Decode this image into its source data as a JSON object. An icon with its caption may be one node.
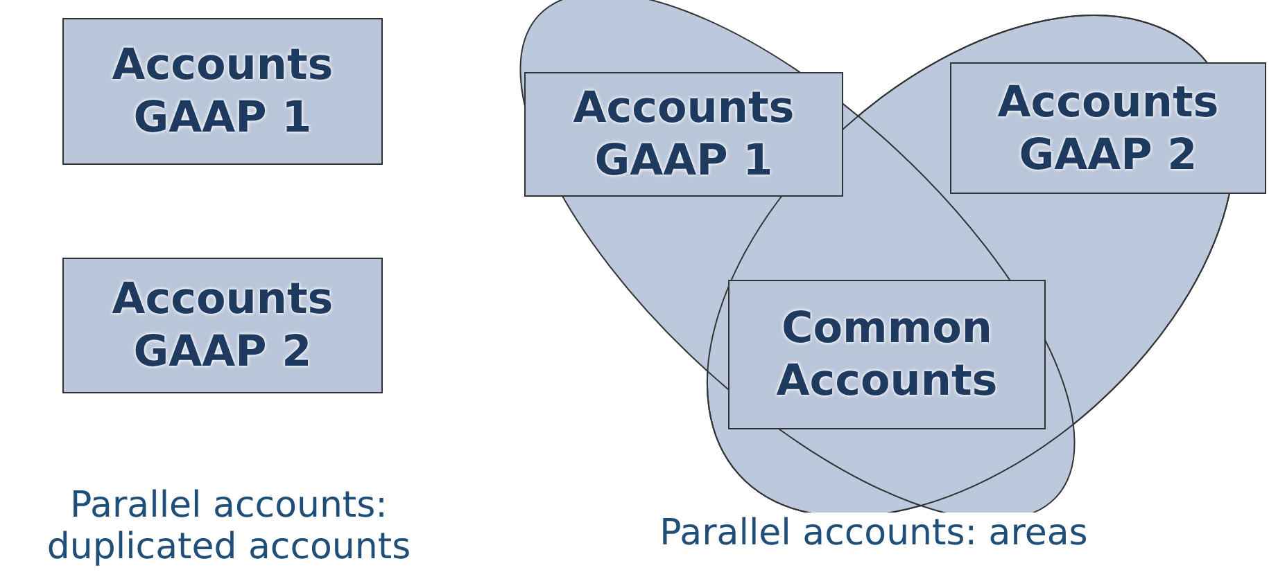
{
  "diagram": {
    "nodes": [
      {
        "text": [
          "Accounts GAAP 1"
        ]
      },
      {
        "text": [
          "Accounts GAAP 2"
        ]
      },
      {
        "text": [
          "Accounts GAAP 1"
        ]
      },
      {
        "text": [
          "Accounts GAAP 2"
        ]
      },
      {
        "text": [
          "Common Accounts"
        ]
      }
    ],
    "edges": [],
    "labels": [
      "Parallel accounts: duplicated accounts",
      "Parallel accounts: areas"
    ]
  }
}
